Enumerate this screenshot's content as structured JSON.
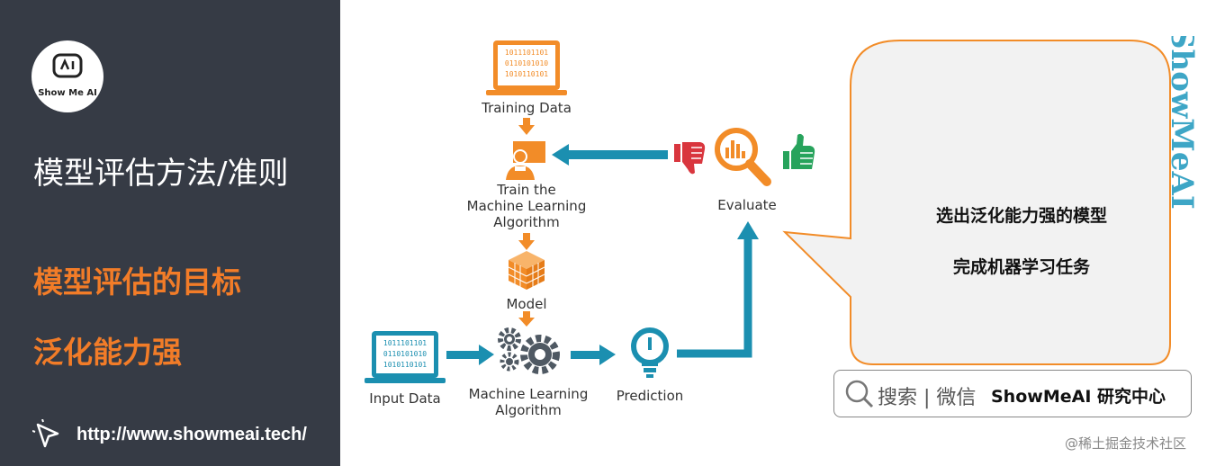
{
  "sidebar": {
    "logo_text": "Show Me AI",
    "title": "模型评估方法/准则",
    "goal_heading": "模型评估的目标",
    "goal_text": "泛化能力强",
    "url": "http://www.showmeai.tech/"
  },
  "diagram": {
    "nodes": {
      "training_data": "Training Data",
      "train_line1": "Train the",
      "train_line2": "Machine Learning",
      "train_line3": "Algorithm",
      "model": "Model",
      "input_data": "Input Data",
      "ml_line1": "Machine Learning",
      "ml_line2": "Algorithm",
      "prediction": "Prediction",
      "evaluate": "Evaluate"
    },
    "binary_rows": [
      "1011101101",
      "0110101010",
      "1010110101"
    ],
    "colors": {
      "orange": "#f28c28",
      "teal": "#1b8fb0",
      "gray": "#4f5963",
      "red": "#d9363e",
      "green": "#27a35c"
    }
  },
  "bubble": {
    "line1": "选出泛化能力强的模型",
    "line2": "完成机器学习任务"
  },
  "search": {
    "plain": "搜索 | 微信",
    "bold": "ShowMeAI 研究中心"
  },
  "brand_vertical": "ShowMeAI",
  "watermark": "@稀土掘金技术社区"
}
